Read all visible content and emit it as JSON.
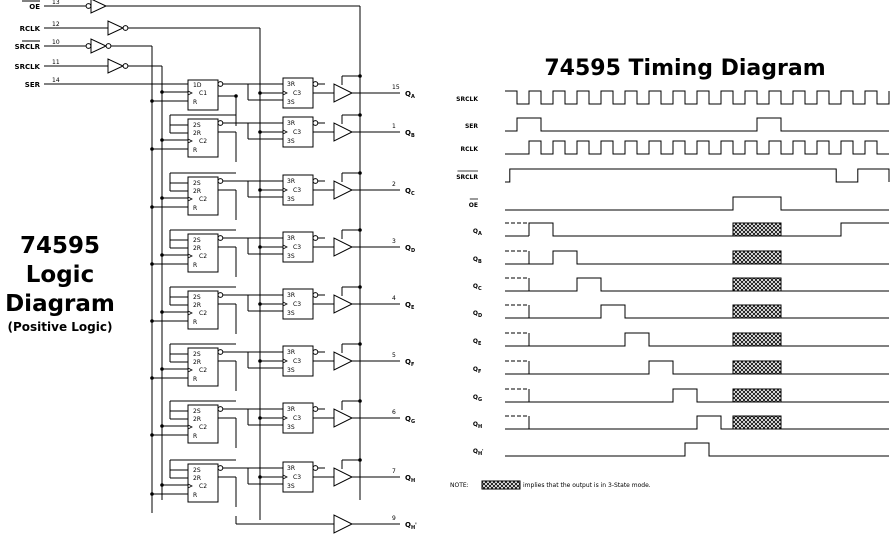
{
  "logic_diagram": {
    "title": {
      "line1": "74595",
      "line2": "Logic",
      "line3": "Diagram",
      "subtitle": "(Positive Logic)"
    },
    "inputs": [
      {
        "name": "OE",
        "pin": "13",
        "overbar": true
      },
      {
        "name": "RCLK",
        "pin": "12",
        "overbar": false
      },
      {
        "name": "SRCLR",
        "pin": "10",
        "overbar": true
      },
      {
        "name": "SRCLK",
        "pin": "11",
        "overbar": false
      },
      {
        "name": "SER",
        "pin": "14",
        "overbar": false
      }
    ],
    "shift_first": {
      "l1": "1D",
      "l2": "C1",
      "l3": "R"
    },
    "shift_other": {
      "l1": "2S",
      "l2": "2R",
      "l3": "C2",
      "l4": "R"
    },
    "latch": {
      "l1": "3R",
      "l2": "C3",
      "l3": "3S"
    },
    "outputs": [
      {
        "main": "Q",
        "sub": "A",
        "prime": "",
        "pin": "15"
      },
      {
        "main": "Q",
        "sub": "B",
        "prime": "",
        "pin": "1"
      },
      {
        "main": "Q",
        "sub": "C",
        "prime": "",
        "pin": "2"
      },
      {
        "main": "Q",
        "sub": "D",
        "prime": "",
        "pin": "3"
      },
      {
        "main": "Q",
        "sub": "E",
        "prime": "",
        "pin": "4"
      },
      {
        "main": "Q",
        "sub": "F",
        "prime": "",
        "pin": "5"
      },
      {
        "main": "Q",
        "sub": "G",
        "prime": "",
        "pin": "6"
      },
      {
        "main": "Q",
        "sub": "H",
        "prime": "",
        "pin": "7"
      },
      {
        "main": "Q",
        "sub": "H",
        "prime": "'",
        "pin": "9"
      }
    ]
  },
  "timing_diagram": {
    "title": "74595 Timing Diagram",
    "signals": [
      {
        "label": "SRCLK",
        "sub": "",
        "prime": "",
        "overbar": false,
        "kind": "clock"
      },
      {
        "label": "SER",
        "sub": "",
        "prime": "",
        "overbar": false,
        "kind": "wave",
        "high": [
          [
            0.5,
            1.5
          ],
          [
            10.5,
            11.5
          ]
        ]
      },
      {
        "label": "RCLK",
        "sub": "",
        "prime": "",
        "overbar": false,
        "kind": "wave",
        "high": [
          [
            1,
            1.5
          ],
          [
            2,
            2.5
          ],
          [
            3,
            3.5
          ],
          [
            4,
            4.5
          ],
          [
            5,
            5.5
          ],
          [
            6,
            6.5
          ],
          [
            7,
            7.5
          ],
          [
            8,
            8.5
          ],
          [
            9,
            9.5
          ],
          [
            10,
            10.5
          ],
          [
            11,
            11.5
          ],
          [
            12,
            12.5
          ],
          [
            13,
            13.5
          ],
          [
            14,
            14.5
          ],
          [
            15,
            15.5
          ]
        ]
      },
      {
        "label": "SRCLR",
        "sub": "",
        "prime": "",
        "overbar": true,
        "kind": "wave",
        "high": [
          [
            0.2,
            13.8
          ],
          [
            14.7,
            16
          ]
        ]
      },
      {
        "label": "OE",
        "sub": "",
        "prime": "",
        "overbar": true,
        "kind": "wave",
        "high": [
          [
            9.5,
            11.5
          ]
        ]
      },
      {
        "label": "Q",
        "sub": "A",
        "prime": "",
        "overbar": false,
        "kind": "output",
        "pulse": [
          1,
          2
        ],
        "after": [
          14,
          16
        ]
      },
      {
        "label": "Q",
        "sub": "B",
        "prime": "",
        "overbar": false,
        "kind": "output",
        "pulse": [
          2,
          3
        ]
      },
      {
        "label": "Q",
        "sub": "C",
        "prime": "",
        "overbar": false,
        "kind": "output",
        "pulse": [
          3,
          4
        ]
      },
      {
        "label": "Q",
        "sub": "D",
        "prime": "",
        "overbar": false,
        "kind": "output",
        "pulse": [
          4,
          5
        ]
      },
      {
        "label": "Q",
        "sub": "E",
        "prime": "",
        "overbar": false,
        "kind": "output",
        "pulse": [
          5,
          6
        ]
      },
      {
        "label": "Q",
        "sub": "F",
        "prime": "",
        "overbar": false,
        "kind": "output",
        "pulse": [
          6,
          7
        ]
      },
      {
        "label": "Q",
        "sub": "G",
        "prime": "",
        "overbar": false,
        "kind": "output",
        "pulse": [
          7,
          8
        ]
      },
      {
        "label": "Q",
        "sub": "H",
        "prime": "",
        "overbar": false,
        "kind": "output",
        "pulse": [
          8,
          9
        ]
      },
      {
        "label": "Q",
        "sub": "H",
        "prime": "'",
        "overbar": false,
        "kind": "wave",
        "high": [
          [
            7.5,
            8.5
          ]
        ]
      }
    ],
    "clock_pulses": 16,
    "hiz_window": [
      9.5,
      11.5
    ],
    "note": {
      "prefix": "NOTE:",
      "text": "implies that the output is in 3-State mode."
    }
  }
}
